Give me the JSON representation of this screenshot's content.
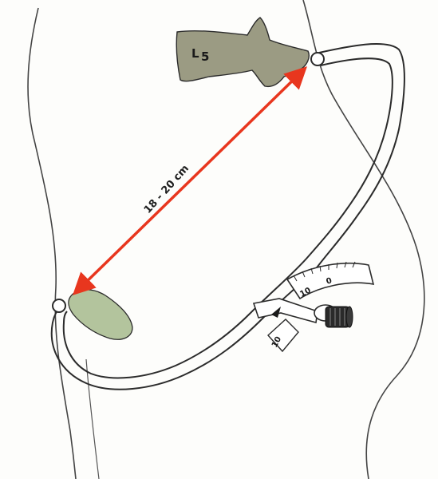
{
  "diagram": {
    "vertebra_label": {
      "letter": "L",
      "number": "5"
    },
    "measurement_label": "18 - 20 cm",
    "scale": {
      "upper_labels": [
        "10",
        "0"
      ],
      "lower_label": "10"
    },
    "colors": {
      "arrow": "#e8361e",
      "bone_fill": "#9b9b83",
      "iliac_fill": "#b3c49d",
      "outline": "#2b2b2b"
    }
  }
}
